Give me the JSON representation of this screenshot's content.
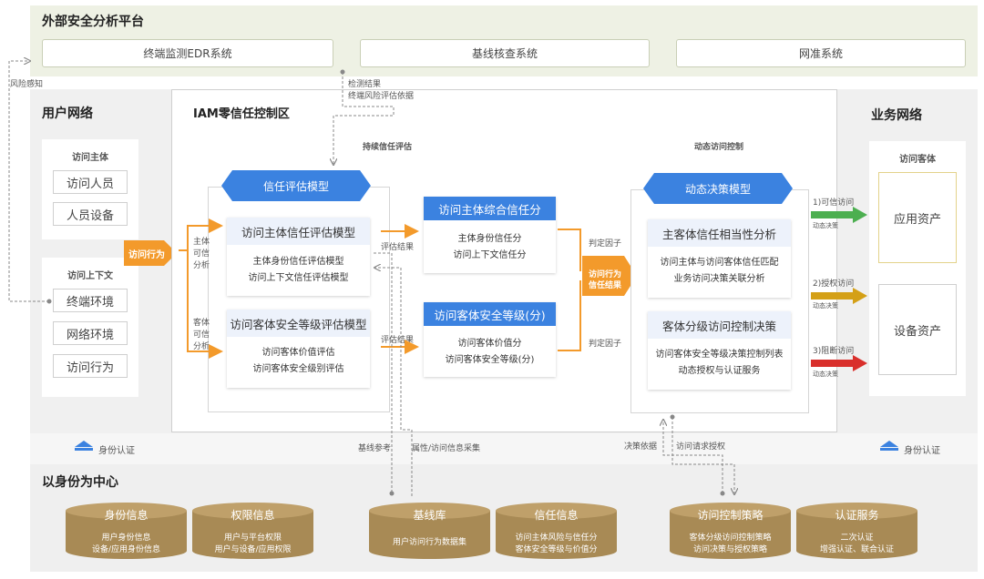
{
  "external": {
    "title": "外部安全分析平台",
    "systems": [
      "终端监测EDR系统",
      "基线核查系统",
      "网准系统"
    ]
  },
  "risk_label": "风险感知",
  "detection": {
    "line1": "检测结果",
    "line2": "终端风险评估依据"
  },
  "user_network": {
    "title": "用户网络",
    "subject": {
      "title": "访问主体",
      "items": [
        "访问人员",
        "人员设备"
      ]
    },
    "context": {
      "title": "访问上下文",
      "items": [
        "终端环境",
        "网络环境",
        "访问行为"
      ]
    },
    "auth": "身份认证"
  },
  "access_behavior": "访问行为",
  "iam": {
    "title": "IAM零信任控制区",
    "continuous_eval": "持续信任评估",
    "dynamic_control": "动态访问控制",
    "trust_model": "信任评估模型",
    "subject_model": {
      "title": "访问主体信任评估模型",
      "lines": [
        "主体身份信任评估模型",
        "访问上下文信任评估模型"
      ]
    },
    "object_model": {
      "title": "访问客体安全等级评估模型",
      "lines": [
        "访问客体价值评估",
        "访问客体安全级别评估"
      ]
    },
    "left_labels": {
      "top": [
        "主体",
        "可信",
        "分析"
      ],
      "bottom": [
        "客体",
        "可信",
        "分析"
      ]
    },
    "eval_result_top": "评估结果",
    "eval_result_bottom": "评估结果",
    "subject_score": {
      "title": "访问主体综合信任分",
      "lines": [
        "主体身份信任分",
        "访问上下文信任分"
      ]
    },
    "object_level": {
      "title": "访问客体安全等级(分)",
      "lines": [
        "访问客体价值分",
        "访问客体安全等级(分)"
      ]
    },
    "judge_top": "判定因子",
    "judge_bottom": "判定因子",
    "behavior_result": [
      "访问行为",
      "信任结果"
    ],
    "decision_model": "动态决策模型",
    "match": {
      "title": "主客体信任相当性分析",
      "lines": [
        "访问主体与访问客体信任匹配",
        "业务访问决策关联分析"
      ]
    },
    "policy": {
      "title": "客体分级访问控制决策",
      "lines": [
        "访问客体安全等级决策控制列表",
        "动态授权与认证服务"
      ]
    },
    "bottom_labels": [
      "基线参考",
      "属性/访问信息采集",
      "决策依据",
      "访问请求授权"
    ]
  },
  "access_out": [
    {
      "label": "1)可信访问",
      "sub": "动态决策",
      "color": "#4caf50"
    },
    {
      "label": "2)授权访问",
      "sub": "动态决策",
      "color": "#d4a017"
    },
    {
      "label": "3)阻断访问",
      "sub": "动态决策",
      "color": "#d9302c"
    }
  ],
  "business_network": {
    "title": "业务网络",
    "object_title": "访问客体",
    "items": [
      "应用资产",
      "设备资产"
    ],
    "auth": "身份认证"
  },
  "identity_center": {
    "title": "以身份为中心",
    "cylinders": [
      {
        "title": "身份信息",
        "lines": [
          "用户身份信息",
          "设备/应用身份信息"
        ]
      },
      {
        "title": "权限信息",
        "lines": [
          "用户与平台权限",
          "用户与设备/应用权限"
        ]
      },
      {
        "title": "基线库",
        "lines": [
          "用户访问行为数据集"
        ]
      },
      {
        "title": "信任信息",
        "lines": [
          "访问主体风险与信任分",
          "客体安全等级与价值分"
        ]
      },
      {
        "title": "访问控制策略",
        "lines": [
          "客体分级访问控制策略",
          "访问决策与授权策略"
        ]
      },
      {
        "title": "认证服务",
        "lines": [
          "二次认证",
          "增强认证、联合认证"
        ]
      }
    ]
  },
  "colors": {
    "blue": "#3b82e0",
    "orange": "#f39a2b",
    "cylinder": "#a88a55"
  }
}
